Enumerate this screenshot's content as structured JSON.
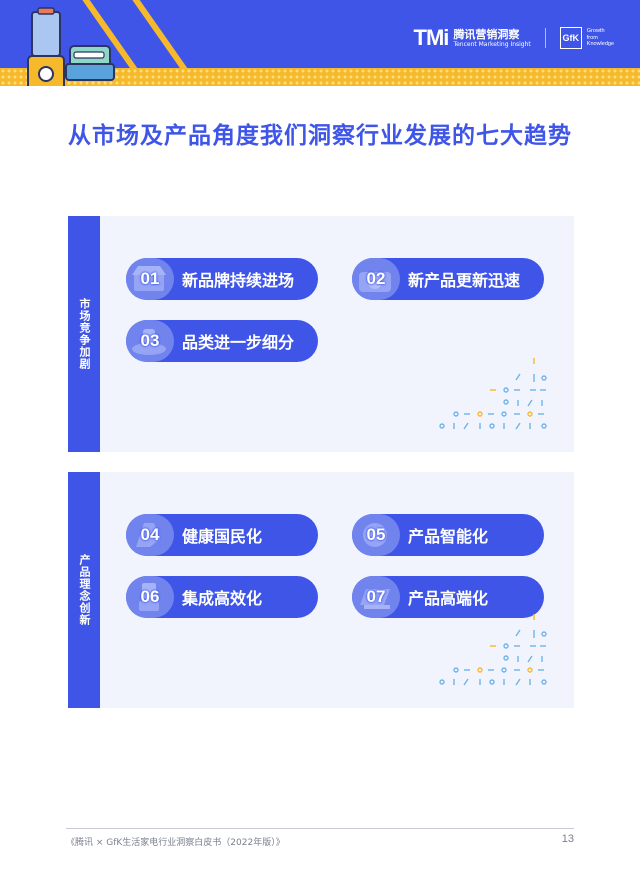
{
  "header": {
    "tmi_mark": "TMi",
    "tmi_cn": "腾讯营销洞察",
    "tmi_en": "Tencent Marketing Insight",
    "gfk_mark": "GfK",
    "gfk_tagline": [
      "Growth",
      "from",
      "Knowledge"
    ],
    "colors": {
      "band": "#3f55e8",
      "accent": "#f7b92c"
    }
  },
  "title": "从市场及产品角度我们洞察行业发展的七大趋势",
  "sections": [
    {
      "label": "市场竞争加剧",
      "items": [
        {
          "num": "01",
          "text": "新品牌持续进场",
          "icon": "store-icon"
        },
        {
          "num": "02",
          "text": "新产品更新迅速",
          "icon": "camera-icon"
        },
        {
          "num": "03",
          "text": "品类进一步细分",
          "icon": "robot-vacuum-icon"
        }
      ]
    },
    {
      "label": "产品理念创新",
      "items": [
        {
          "num": "04",
          "text": "健康国民化",
          "icon": "health-icon"
        },
        {
          "num": "05",
          "text": "产品智能化",
          "icon": "smart-device-icon"
        },
        {
          "num": "06",
          "text": "集成高效化",
          "icon": "blender-icon"
        },
        {
          "num": "07",
          "text": "产品高端化",
          "icon": "premium-device-icon"
        }
      ]
    }
  ],
  "footer": {
    "text": "《腾讯 × GfK生活家电行业洞察白皮书（2022年版）》",
    "page": "13"
  },
  "colors": {
    "primary": "#3f55e8",
    "panel": "#f2f4fd",
    "badge": "#7184ee"
  }
}
